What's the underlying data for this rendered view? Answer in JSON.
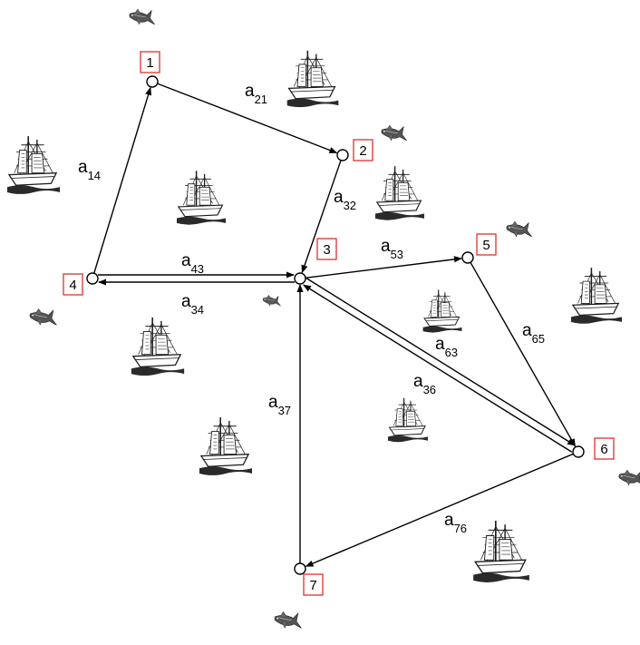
{
  "nodes": [
    {
      "id": "1",
      "label": "1"
    },
    {
      "id": "2",
      "label": "2"
    },
    {
      "id": "3",
      "label": "3"
    },
    {
      "id": "4",
      "label": "4"
    },
    {
      "id": "5",
      "label": "5"
    },
    {
      "id": "6",
      "label": "6"
    },
    {
      "id": "7",
      "label": "7"
    }
  ],
  "edges": [
    {
      "from": "1",
      "to": "2",
      "label": "a",
      "sub": "21"
    },
    {
      "from": "2",
      "to": "3",
      "label": "a",
      "sub": "32"
    },
    {
      "from": "4",
      "to": "1",
      "label": "a",
      "sub": "14"
    },
    {
      "from": "3",
      "to": "4",
      "label": "a",
      "sub": "43"
    },
    {
      "from": "4",
      "to": "3",
      "label": "a",
      "sub": "34"
    },
    {
      "from": "3",
      "to": "5",
      "label": "a",
      "sub": "53"
    },
    {
      "from": "5",
      "to": "6",
      "label": "a",
      "sub": "65"
    },
    {
      "from": "6",
      "to": "3",
      "label": "a",
      "sub": "63"
    },
    {
      "from": "3",
      "to": "6",
      "label": "a",
      "sub": "36"
    },
    {
      "from": "7",
      "to": "3",
      "label": "a",
      "sub": "37"
    },
    {
      "from": "6",
      "to": "7",
      "label": "a",
      "sub": "76"
    }
  ],
  "colors": {
    "label_box_border": "#e03030",
    "edge": "#000000"
  },
  "decorations": {
    "ship_icon": "fishing-boat-icon",
    "fish_icon": "fish-icon"
  }
}
